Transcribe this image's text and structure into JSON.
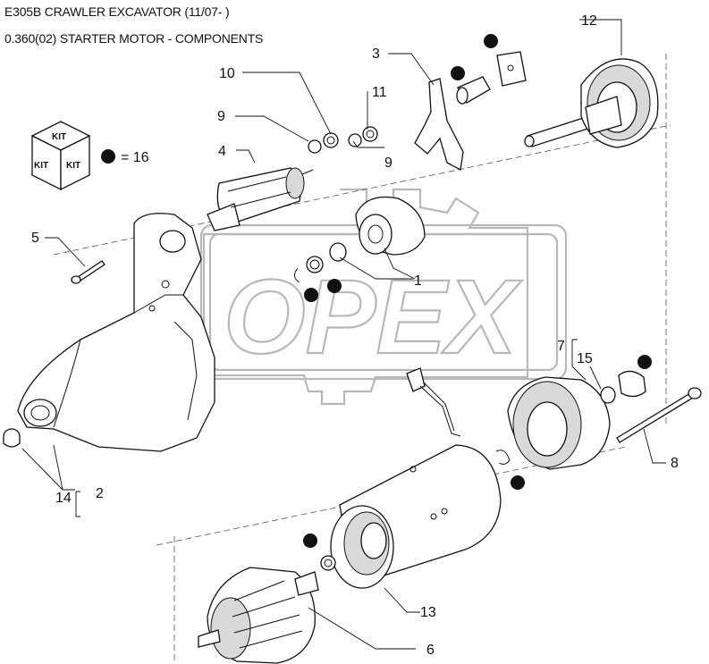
{
  "header": {
    "title": "E305B CRAWLER EXCAVATOR (11/07- )",
    "subtitle": "0.360(02) STARTER MOTOR  - COMPONENTS"
  },
  "legend": {
    "kit_faces": [
      "KIT",
      "KIT",
      "KIT"
    ],
    "kit_equals": "= 16"
  },
  "watermark": "OPEX",
  "callouts": {
    "c1": "1",
    "c2": "2",
    "c3": "3",
    "c4": "4",
    "c5": "5",
    "c6": "6",
    "c7": "7",
    "c8": "8",
    "c9a": "9",
    "c9b": "9",
    "c10": "10",
    "c11": "11",
    "c12": "12",
    "c13": "13",
    "c14": "14",
    "c15": "15"
  },
  "colors": {
    "line": "#111111",
    "watermark": "#b8b8b8",
    "background": "#ffffff"
  }
}
